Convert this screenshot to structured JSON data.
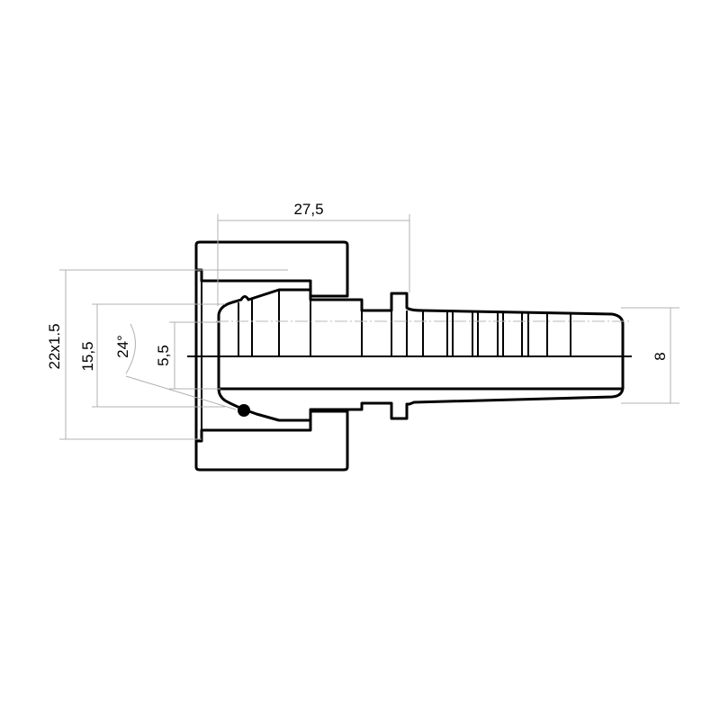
{
  "drawing": {
    "title": "Hose fitting with swivel nut, 24° cone seal",
    "dimensions": {
      "length": "27,5",
      "thread": "22x1.5",
      "seal_diameter": "15,5",
      "cone_angle": "24°",
      "bore": "5,5",
      "hose_inner": "8"
    },
    "colors": {
      "line": "#000000",
      "dimension": "#b0b0b0"
    }
  }
}
